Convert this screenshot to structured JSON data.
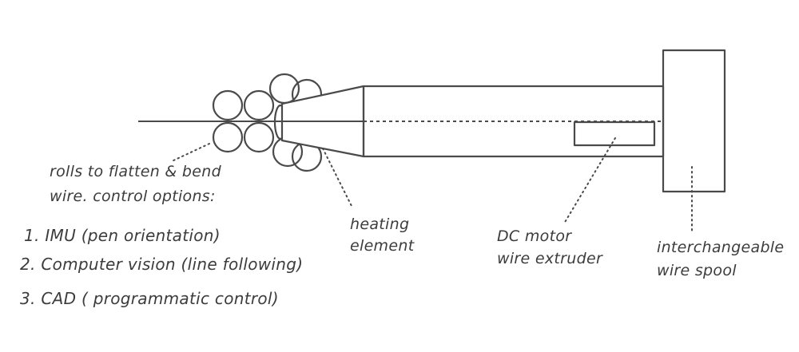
{
  "colors": {
    "ink": "#4a4a4a",
    "background": "#ffffff"
  },
  "labels": {
    "rolls": {
      "line1": "rolls to flatten & bend",
      "line2": "wire. control options:"
    },
    "options": [
      "1. IMU (pen orientation)",
      "2. Computer vision (line following)",
      "3. CAD ( programmatic control)"
    ],
    "heating": {
      "line1": "heating",
      "line2": "element"
    },
    "motor": {
      "line1": "DC motor",
      "line2": "wire extruder"
    },
    "spool": {
      "line1": "interchangeable",
      "line2": "wire spool"
    }
  }
}
